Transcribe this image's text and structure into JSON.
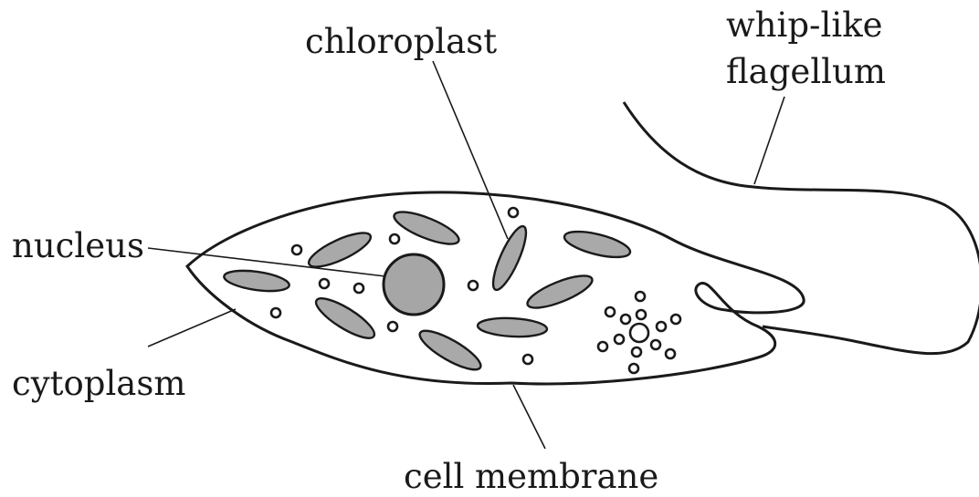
{
  "labels": {
    "chloroplast": "chloroplast",
    "flagellum_line1": "whip-like",
    "flagellum_line2": "flagellum",
    "nucleus": "nucleus",
    "cytoplasm": "cytoplasm",
    "cell_membrane": "cell membrane"
  },
  "colors": {
    "ink": "#1a1a1a",
    "organelle_fill": "#a9a9a9",
    "nucleus_fill": "#a6a6a6",
    "background": "#ffffff"
  }
}
